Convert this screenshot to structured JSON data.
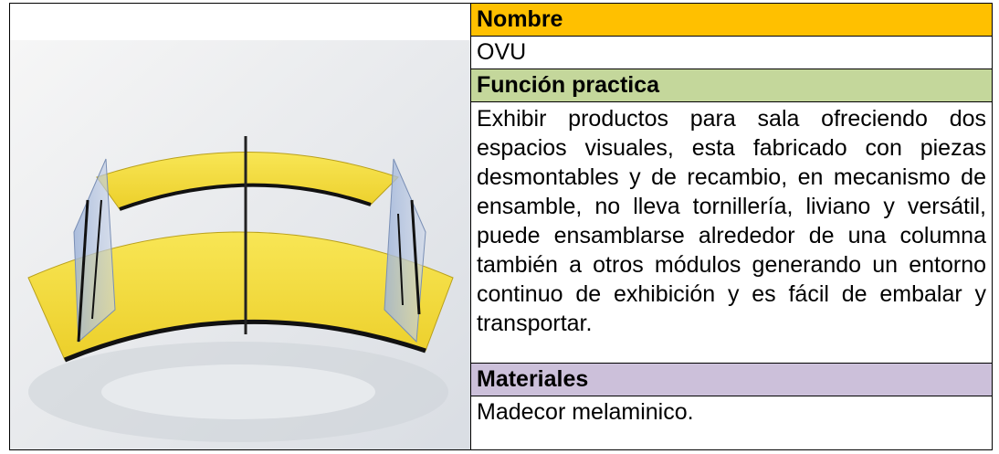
{
  "product": {
    "image_icon": "ovu-display-module-render",
    "nombre_label": "Nombre",
    "nombre_value": "OVU",
    "funcion_label": "Función practica",
    "funcion_value": "Exhibir productos para sala ofreciendo dos espacios visuales, esta fabricado con piezas desmontables y de recambio, en mecanismo de   ensamble, no lleva tornillería, liviano y versátil, puede ensamblarse alrededor de una columna también a otros módulos generando un entorno continuo de exhibición y es fácil de embalar y transportar.",
    "materiales_label": "Materiales",
    "materiales_value": "Madecor melaminico."
  },
  "colors": {
    "nombre_bg": "#ffc000",
    "funcion_bg": "#c4d79b",
    "materiales_bg": "#ccc0da",
    "panel_yellow": "#f3dc3a"
  }
}
